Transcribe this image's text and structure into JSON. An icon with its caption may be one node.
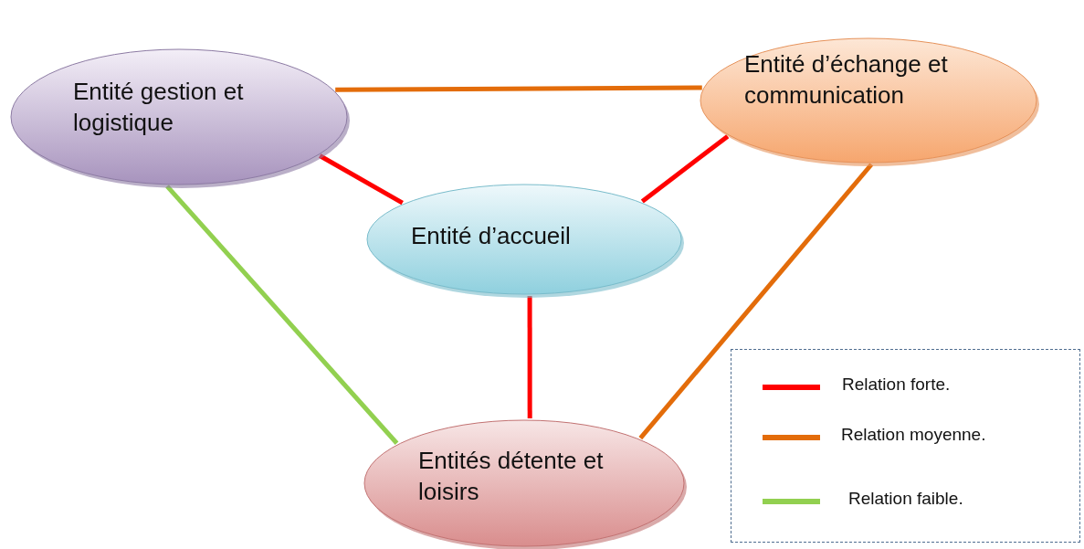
{
  "diagram": {
    "nodes": [
      {
        "text": [
          "Entité gestion et logistique"
        ]
      },
      {
        "text": [
          "Entité d’échange et communication"
        ]
      },
      {
        "text": [
          "Entité d’accueil"
        ]
      },
      {
        "text": [
          "Entités détente et loisirs"
        ]
      }
    ],
    "edges": [
      {
        "from": 0,
        "to": 1,
        "arrow": "none",
        "color": "#e36c0a"
      },
      {
        "from": 0,
        "to": 2,
        "arrow": "none",
        "color": "#ff0000"
      },
      {
        "from": 1,
        "to": 2,
        "arrow": "none",
        "color": "#ff0000"
      },
      {
        "from": 2,
        "to": 3,
        "arrow": "none",
        "color": "#ff0000"
      },
      {
        "from": 1,
        "to": 3,
        "arrow": "none",
        "color": "#e36c0a"
      },
      {
        "from": 0,
        "to": 3,
        "arrow": "none",
        "color": "#92d050"
      }
    ],
    "legend": [
      {
        "text": "Relation forte.",
        "color": "#ff0000"
      },
      {
        "text": "Relation moyenne.",
        "color": "#e36c0a"
      },
      {
        "text": "Relation faible.",
        "color": "#92d050"
      }
    ]
  }
}
